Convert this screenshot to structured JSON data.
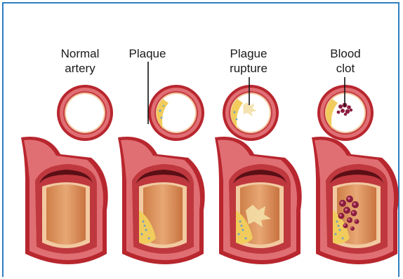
{
  "stages": [
    {
      "label": "Normal\nartery"
    },
    {
      "label": "Plaque"
    },
    {
      "label": "Plague\nrupture"
    },
    {
      "label": "Blood\nclot"
    }
  ],
  "colors": {
    "frame": "#2e7fc0",
    "wall_outer": "#b8262e",
    "wall_mid": "#e37478",
    "wall_inner": "#c43b41",
    "lumen_edge": "#e9a46d",
    "lumen_fill": "#d98d56",
    "plaque": "#f1cc5c",
    "plaque_spots": "#6f9fc4",
    "clot": "#8a1d3e"
  },
  "icons": [
    "cross-section-icon",
    "artery-section-icon",
    "pointer-line-icon",
    "clot-icon"
  ]
}
